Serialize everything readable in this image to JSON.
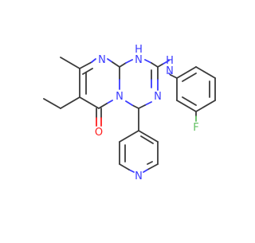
{
  "colors": {
    "carbon_bond": "#3a3a3a",
    "nitrogen": "#3a3aff",
    "oxygen": "#ff1e1e",
    "fluorine": "#60c060",
    "background": "#ffffff"
  },
  "atoms": {
    "n_top": "N",
    "nh_h": "H",
    "nh_n": "N",
    "amine_n": "N",
    "amine_h": "H",
    "ring_n_left": "N",
    "ring_n_right": "N",
    "carbonyl_o": "O",
    "fluorine": "F",
    "pyridine_n": "N"
  }
}
